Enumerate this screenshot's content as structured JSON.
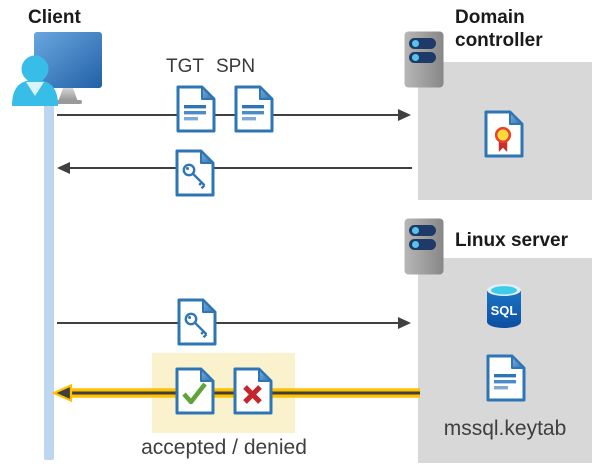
{
  "labels": {
    "client": "Client",
    "domain_controller": "Domain controller",
    "linux_server": "Linux server",
    "tgt": "TGT",
    "spn": "SPN",
    "sql": "SQL",
    "keytab_file": "mssql.keytab",
    "result": "accepted / denied"
  },
  "icons": {
    "client-workstation-icon": "monitor with user silhouette",
    "server-icon": "gray server tower with two indicator switches",
    "document-icon": "blue-outlined page with text lines and folded corner",
    "key-document-icon": "page with key glyph",
    "certificate-document-icon": "page with gold seal and red ribbon",
    "check-document-icon": "page with green checkmark",
    "cross-document-icon": "page with red cross",
    "sql-database-icon": "blue cylinder database labeled SQL"
  },
  "colors": {
    "doc_blue": "#2E75B6",
    "doc_line_light": "#7FA8D9",
    "arrow_gray": "#404040",
    "accent_yellow": "#FFC000",
    "highlight_yellow": "#FAF2CC",
    "box_gray": "#D8D8D8",
    "timeline_blue": "#BDD7F0",
    "check_green": "#5FA33A",
    "cross_red": "#C1272D",
    "cert_gold": "#FFD83B",
    "cert_red": "#C9302B",
    "sql_blue": "#1066B8",
    "sql_cyan": "#3ECDE8",
    "person_cyan": "#38BCE8",
    "server_pill_navy": "#1E3A66"
  }
}
